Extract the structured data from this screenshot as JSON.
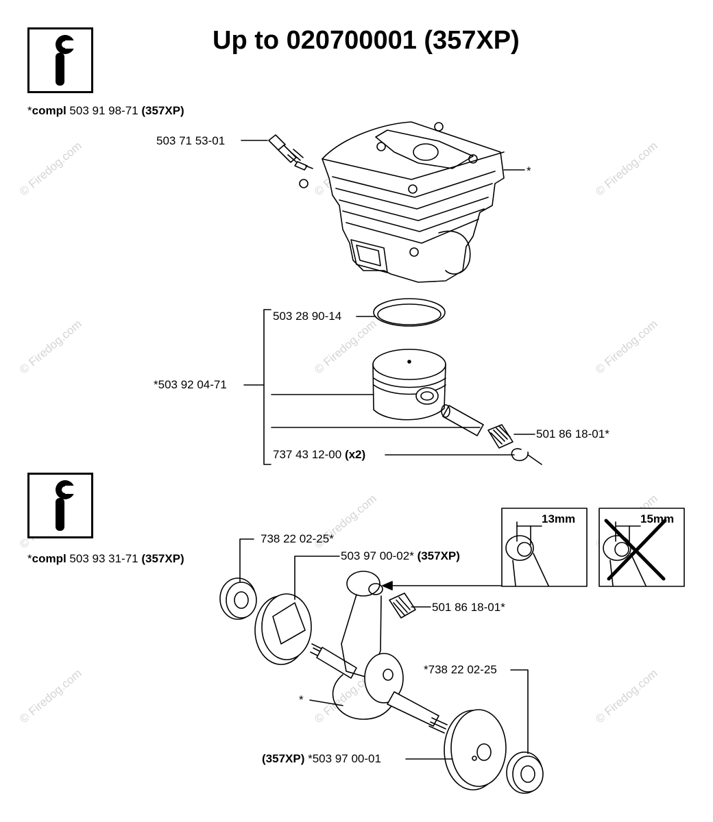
{
  "title": "Up to 020700001  (357XP)",
  "watermark": "© Firedog.com",
  "section1": {
    "icon": "wrench-icon",
    "compl_prefix": "*",
    "compl_bold": "compl",
    "compl_number": "503 91 98-71",
    "compl_model": "(357XP)",
    "parts": {
      "decompression_valve": "503 71 53-01",
      "cylinder_star": "*",
      "piston_ring": "503 28 90-14",
      "piston_kit": "*503 92 04-71",
      "needle_bearing": "501 86 18-01*",
      "circlip_number": "737 43 12-00",
      "circlip_qty": "(x2)"
    }
  },
  "section2": {
    "icon": "wrench-icon",
    "compl_prefix": "*",
    "compl_bold": "compl",
    "compl_number": "503 93 31-71",
    "compl_model": "(357XP)",
    "parts": {
      "bearing_left": "738 22 02-25*",
      "crank_half_left_number": "503 97 00-02*",
      "crank_half_left_model": "(357XP)",
      "needle_bearing": "501 86 18-01*",
      "bearing_right": "*738 22 02-25",
      "crank_star": "*",
      "crank_half_right_model": "(357XP)",
      "crank_half_right_number": "*503 97 00-01"
    },
    "inset_ok": "13mm",
    "inset_bad": "15mm"
  }
}
